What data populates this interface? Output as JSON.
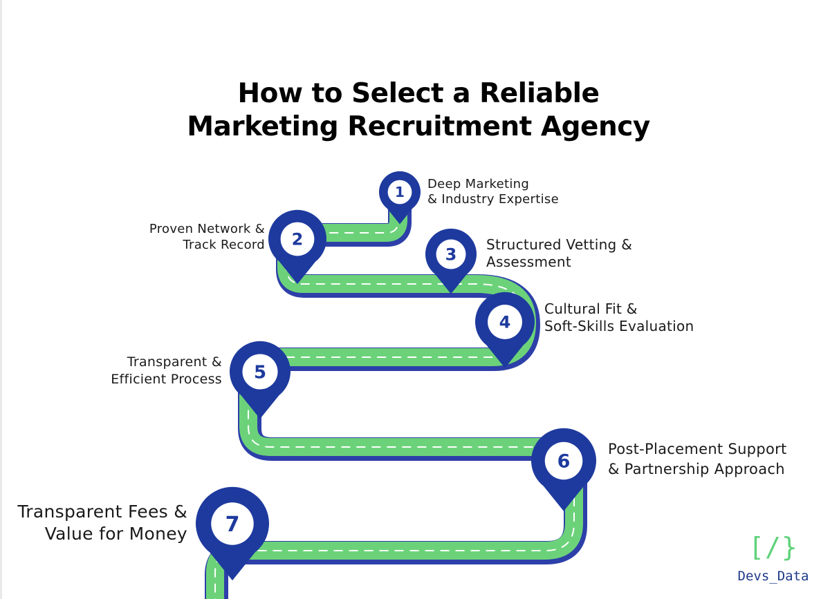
{
  "title": {
    "line1": "How to Select a Reliable",
    "line2": "Marketing Recruitment Agency"
  },
  "steps": [
    {
      "number": "1",
      "line1": "Deep Marketing",
      "line2": "& Industry Expertise"
    },
    {
      "number": "2",
      "line1": "Proven Network &",
      "line2": "Track Record"
    },
    {
      "number": "3",
      "line1": "Structured Vetting &",
      "line2": "Assessment"
    },
    {
      "number": "4",
      "line1": "Cultural Fit &",
      "line2": "Soft-Skills Evaluation"
    },
    {
      "number": "5",
      "line1": "Transparent &",
      "line2": "Efficient Process"
    },
    {
      "number": "6",
      "line1": "Post-Placement Support",
      "line2": "& Partnership Approach"
    },
    {
      "number": "7",
      "line1": "Transparent Fees &",
      "line2": "Value for Money"
    }
  ],
  "logo": {
    "mark": "[/}",
    "text": "Devs_Data"
  },
  "colors": {
    "road": "#6cd27a",
    "road_edge": "#2d3fa8",
    "pin": "#1e3a9e",
    "background": "#ffffff"
  },
  "icons": {
    "pin": "map-pin-icon",
    "logo": "devsdata-logo-icon"
  }
}
